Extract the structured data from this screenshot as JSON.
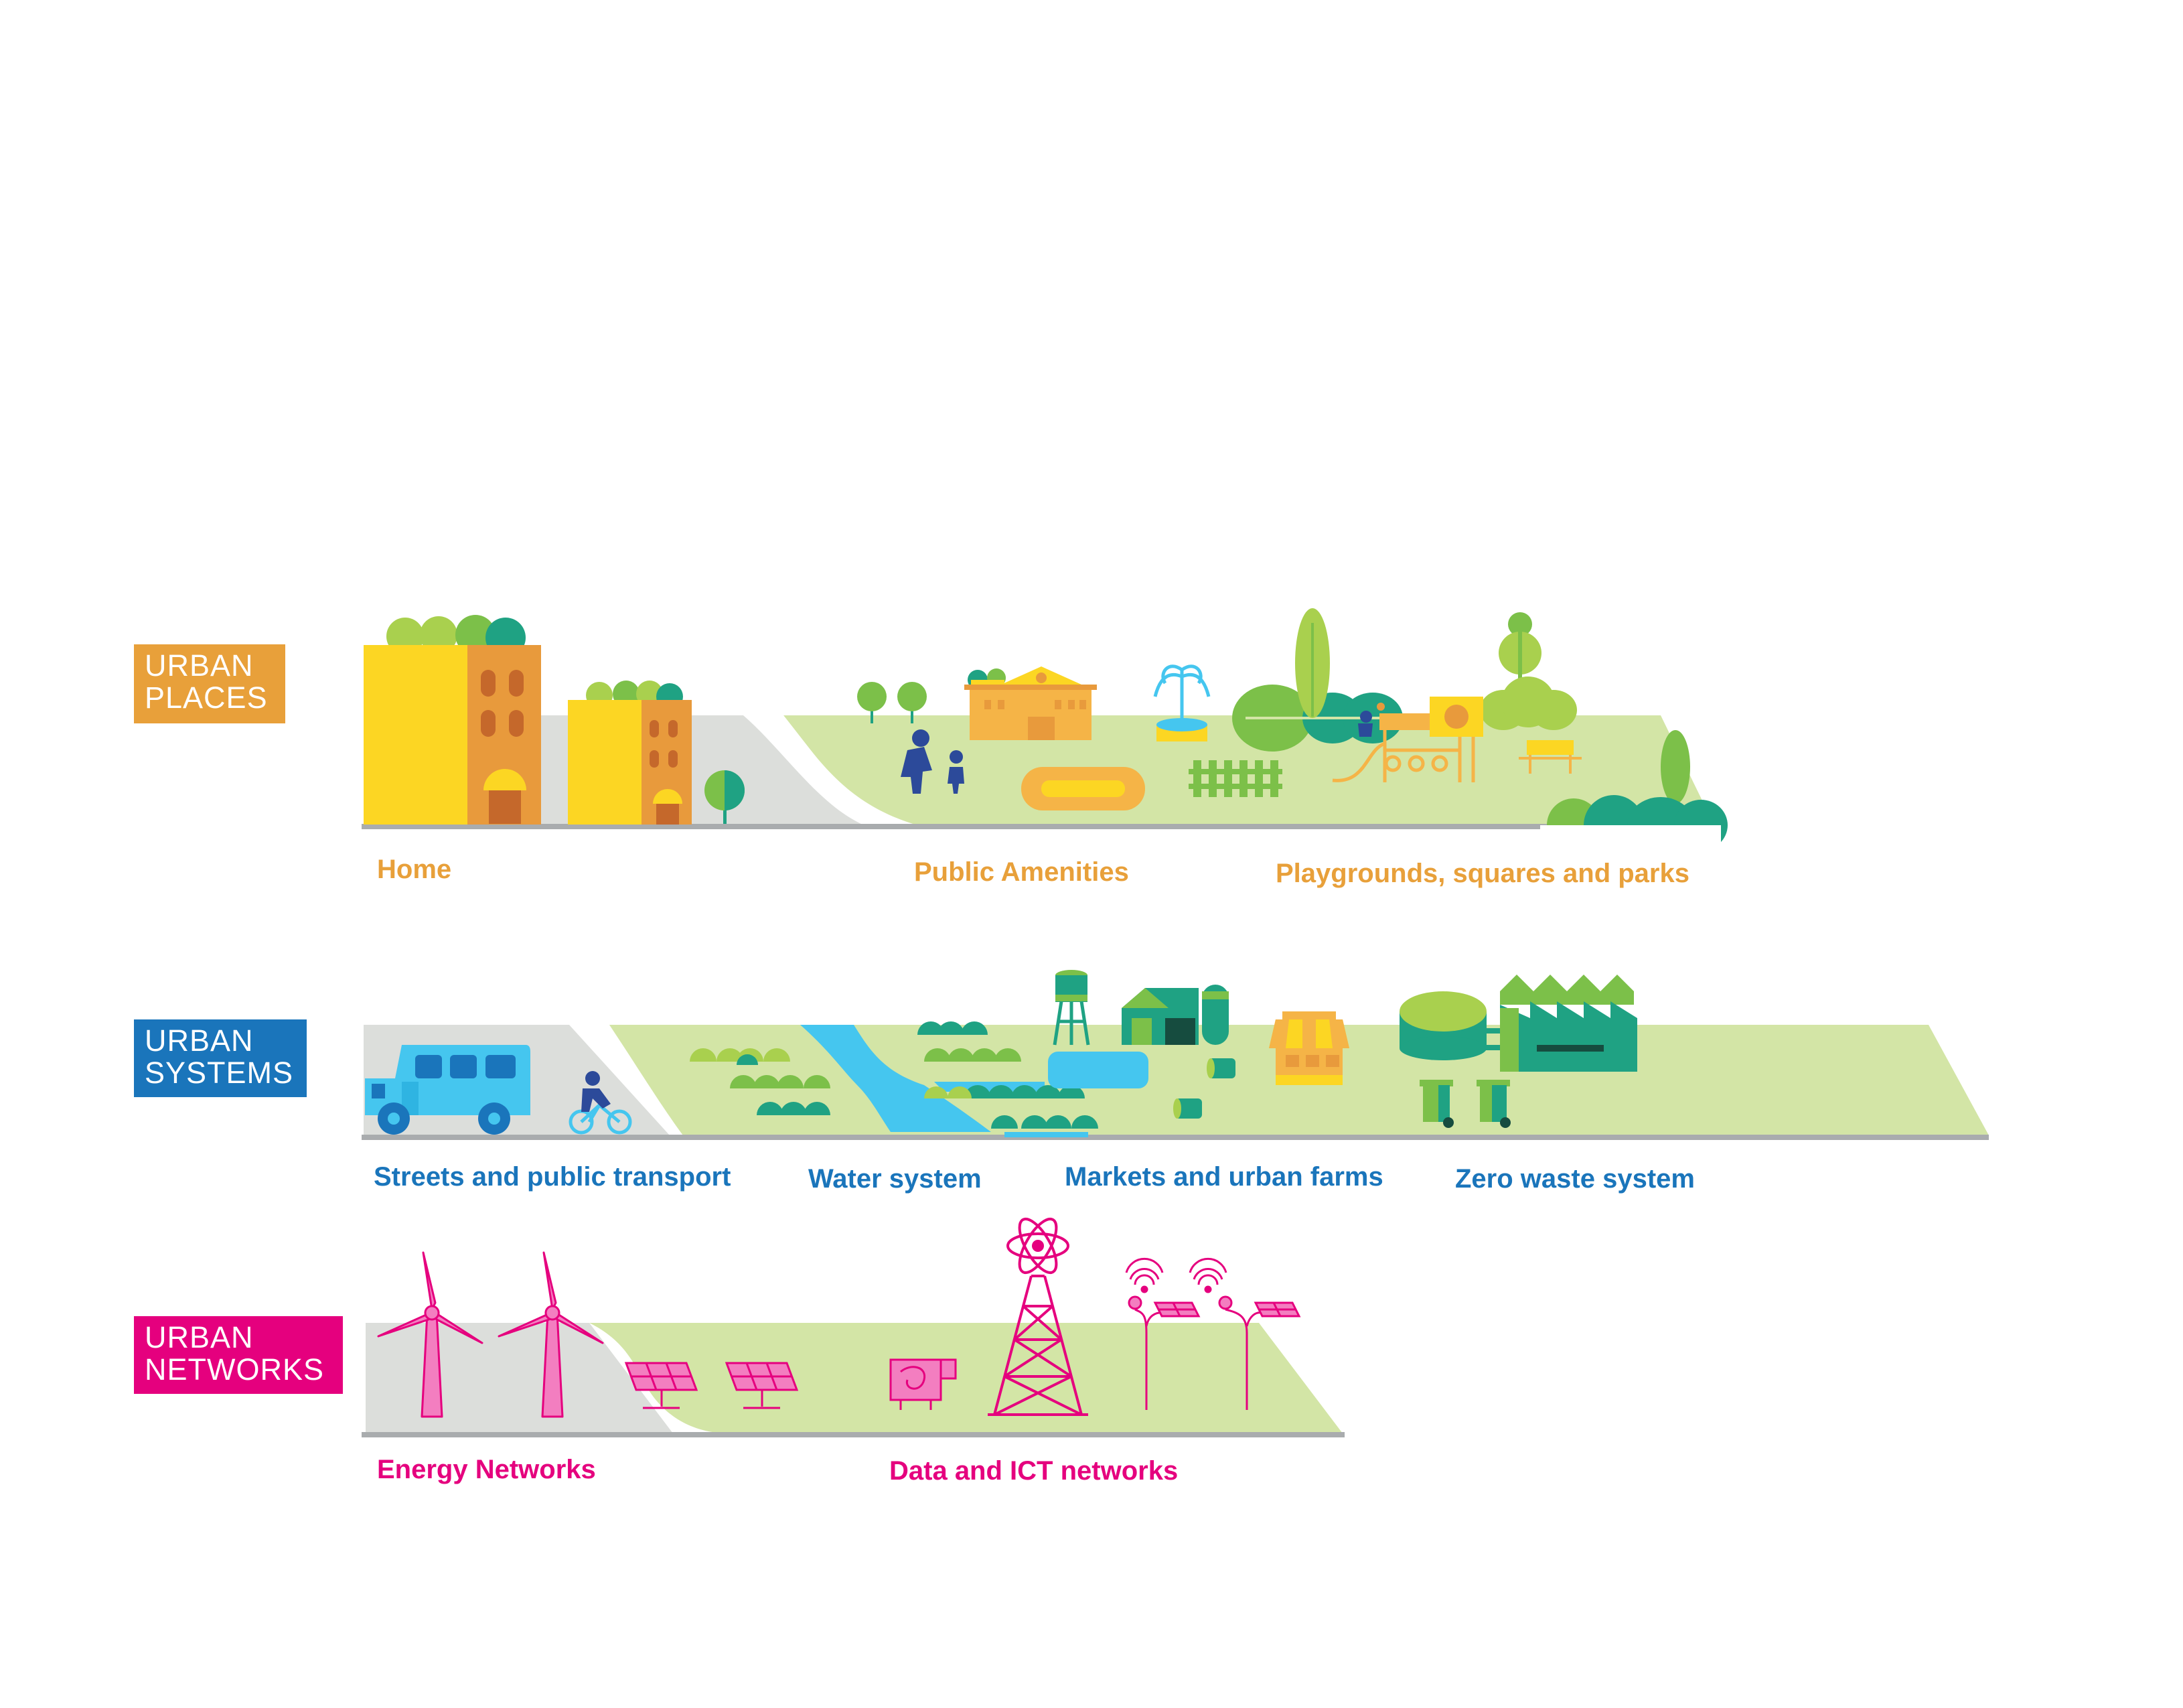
{
  "colors": {
    "places": "#e8a03a",
    "systems": "#1a75bb",
    "networks": "#e5007e",
    "ground_green": "#d3e5a6",
    "road_grey": "#dcdedb",
    "baseline": "#a9acae",
    "yellow": "#fcd623",
    "orange": "#e89a3c",
    "green_dark": "#1fa283",
    "green_light": "#a9d04e",
    "green_mid": "#7cc049",
    "blue_light": "#45c6ef",
    "navy": "#2c4a9a",
    "magenta": "#e5007e"
  },
  "categories": [
    {
      "id": "places",
      "line1": "URBAN",
      "line2": "PLACES"
    },
    {
      "id": "systems",
      "line1": "URBAN",
      "line2": "SYSTEMS"
    },
    {
      "id": "networks",
      "line1": "URBAN",
      "line2": "NETWORKS"
    }
  ],
  "labels": {
    "places": [
      "Home",
      "Public Amenities",
      "Playgrounds, squares and parks"
    ],
    "systems": [
      "Streets and public transport",
      "Water system",
      "Markets and urban farms",
      "Zero waste system"
    ],
    "networks": [
      "Energy Networks",
      "Data and ICT networks"
    ]
  },
  "icons": {
    "places": [
      "building-icon",
      "tree-icon",
      "school-icon",
      "family-icon",
      "fountain-icon",
      "fence-icon",
      "playground-icon",
      "bench-icon",
      "bush-icon"
    ],
    "systems": [
      "bus-icon",
      "cyclist-icon",
      "river-icon",
      "crops-icon",
      "water-tower-icon",
      "barn-icon",
      "silo-icon",
      "market-stall-icon",
      "biogas-tank-icon",
      "factory-icon",
      "waste-bin-icon"
    ],
    "networks": [
      "wind-turbine-icon",
      "solar-panel-icon",
      "cow-icon",
      "telecom-tower-icon",
      "smart-streetlight-icon"
    ]
  }
}
